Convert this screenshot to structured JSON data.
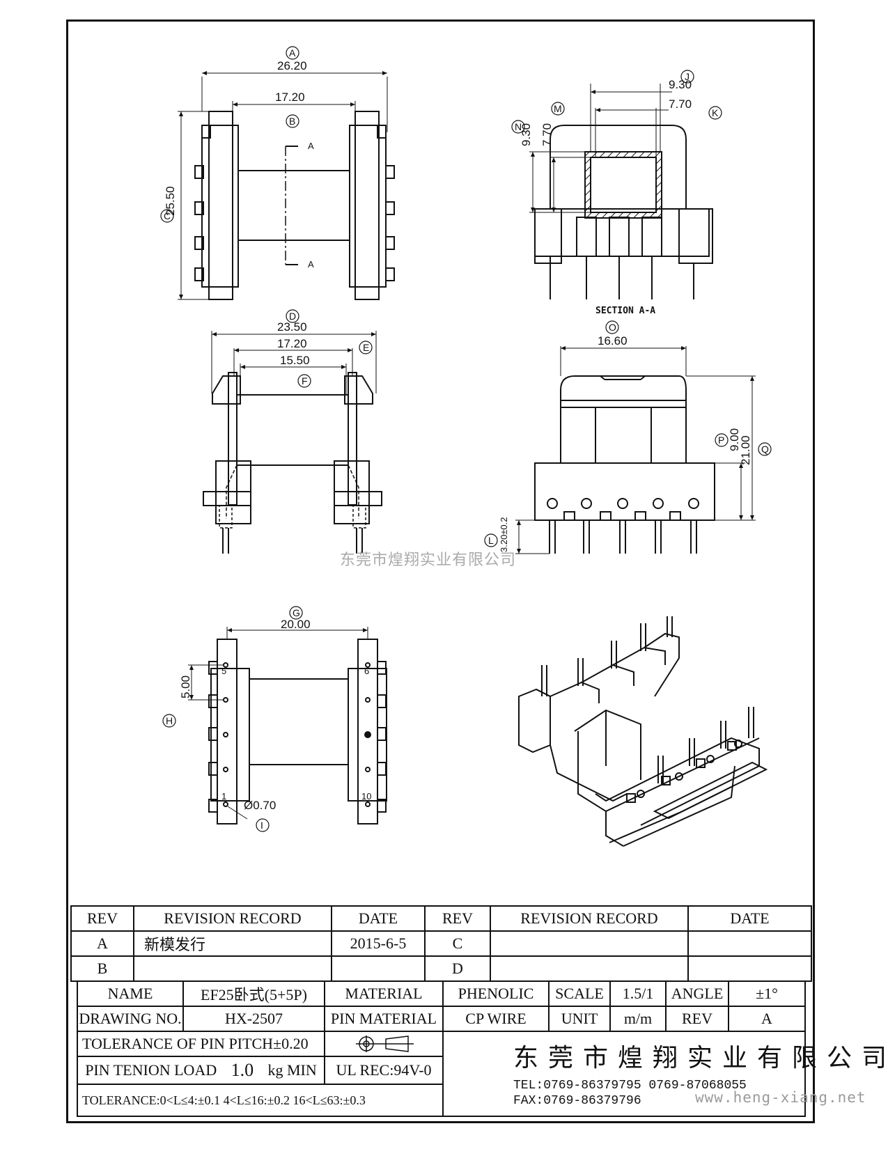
{
  "dimensions": {
    "A": "26.20",
    "B": "17.20",
    "C": "25.50",
    "D": "23.50",
    "E": "17.20",
    "F": "15.50",
    "G": "20.00",
    "H": "5.00",
    "I": "Ø0.70",
    "J": "9.30",
    "K": "7.70",
    "M": "7.70",
    "N": "9.30",
    "O": "16.60",
    "P": "9.00",
    "Q": "21.00",
    "L": "3.20±0.2"
  },
  "labels": {
    "A": "A",
    "B": "B",
    "C": "C",
    "D": "D",
    "E": "E",
    "F": "F",
    "G": "G",
    "H": "H",
    "I": "I",
    "J": "J",
    "K": "K",
    "L": "L",
    "M": "M",
    "N": "N",
    "O": "O",
    "P": "P",
    "Q": "Q"
  },
  "section_marks": {
    "top": "A",
    "bottom": "A",
    "title": "SECTION A-A"
  },
  "pins": {
    "p5": "5",
    "p6": "6",
    "p1": "1",
    "p10": "10"
  },
  "watermark": "东莞市煌翔实业有限公司",
  "revision_table": {
    "headers": [
      "REV",
      "REVISION RECORD",
      "DATE",
      "REV",
      "REVISION RECORD",
      "DATE"
    ],
    "rows": [
      [
        "A",
        "新模发行",
        "2015-6-5",
        "C",
        "",
        ""
      ],
      [
        "B",
        "",
        "",
        "D",
        "",
        ""
      ]
    ]
  },
  "title_block": {
    "name_label": "NAME",
    "name_value": "EF25卧式(5+5P)",
    "material_label": "MATERIAL",
    "material_value": "PHENOLIC",
    "scale_label": "SCALE",
    "scale_value": "1.5/1",
    "angle_label": "ANGLE",
    "angle_value": "±1°",
    "drawing_no_label": "DRAWING NO.",
    "drawing_no_value": "HX-2507",
    "pin_material_label": "PIN MATERIAL",
    "pin_material_value": "CP WIRE",
    "unit_label": "UNIT",
    "unit_value": "m/m",
    "rev_label": "REV",
    "rev_value": "A",
    "tolerance_pitch": "TOLERANCE OF PIN PITCH±0.20",
    "pin_load_label": "PIN TENION LOAD",
    "pin_load_value": "1.0",
    "pin_load_unit": "kg MIN",
    "ul": "UL REC:94V-0",
    "tolerance": "TOLERANCE:0<L≤4:±0.1  4<L≤16:±0.2  16<L≤63:±0.3",
    "company": "东莞市煌翔实业有限公司",
    "tel": "TEL:0769-86379795    0769-87068055",
    "fax": "FAX:0769-86379796"
  },
  "website": "www.heng-xiang.net"
}
